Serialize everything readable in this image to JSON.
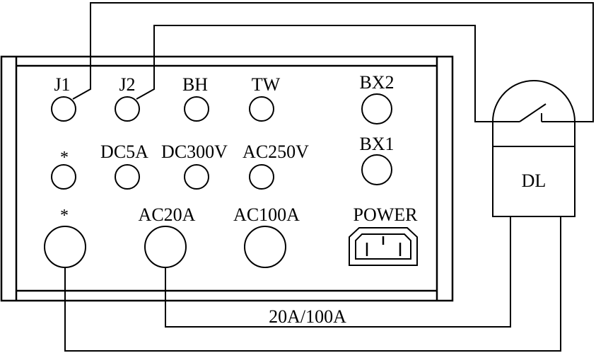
{
  "labels": {
    "j1": "J1",
    "j2": "J2",
    "bh": "BH",
    "tw": "TW",
    "bx2": "BX2",
    "bx1": "BX1",
    "star_small": "*",
    "dc5a": "DC5A",
    "dc300v": "DC300V",
    "ac250v": "AC250V",
    "star_large": "*",
    "ac20a": "AC20A",
    "ac100a": "AC100A",
    "power": "POWER",
    "relay": "DL",
    "wire_range": "20A/100A"
  },
  "colors": {
    "stroke": "#000000",
    "background": "#ffffff"
  },
  "icons": {
    "power_socket": "iec-power-inlet-icon",
    "relay_contact": "switch-contact-icon"
  }
}
